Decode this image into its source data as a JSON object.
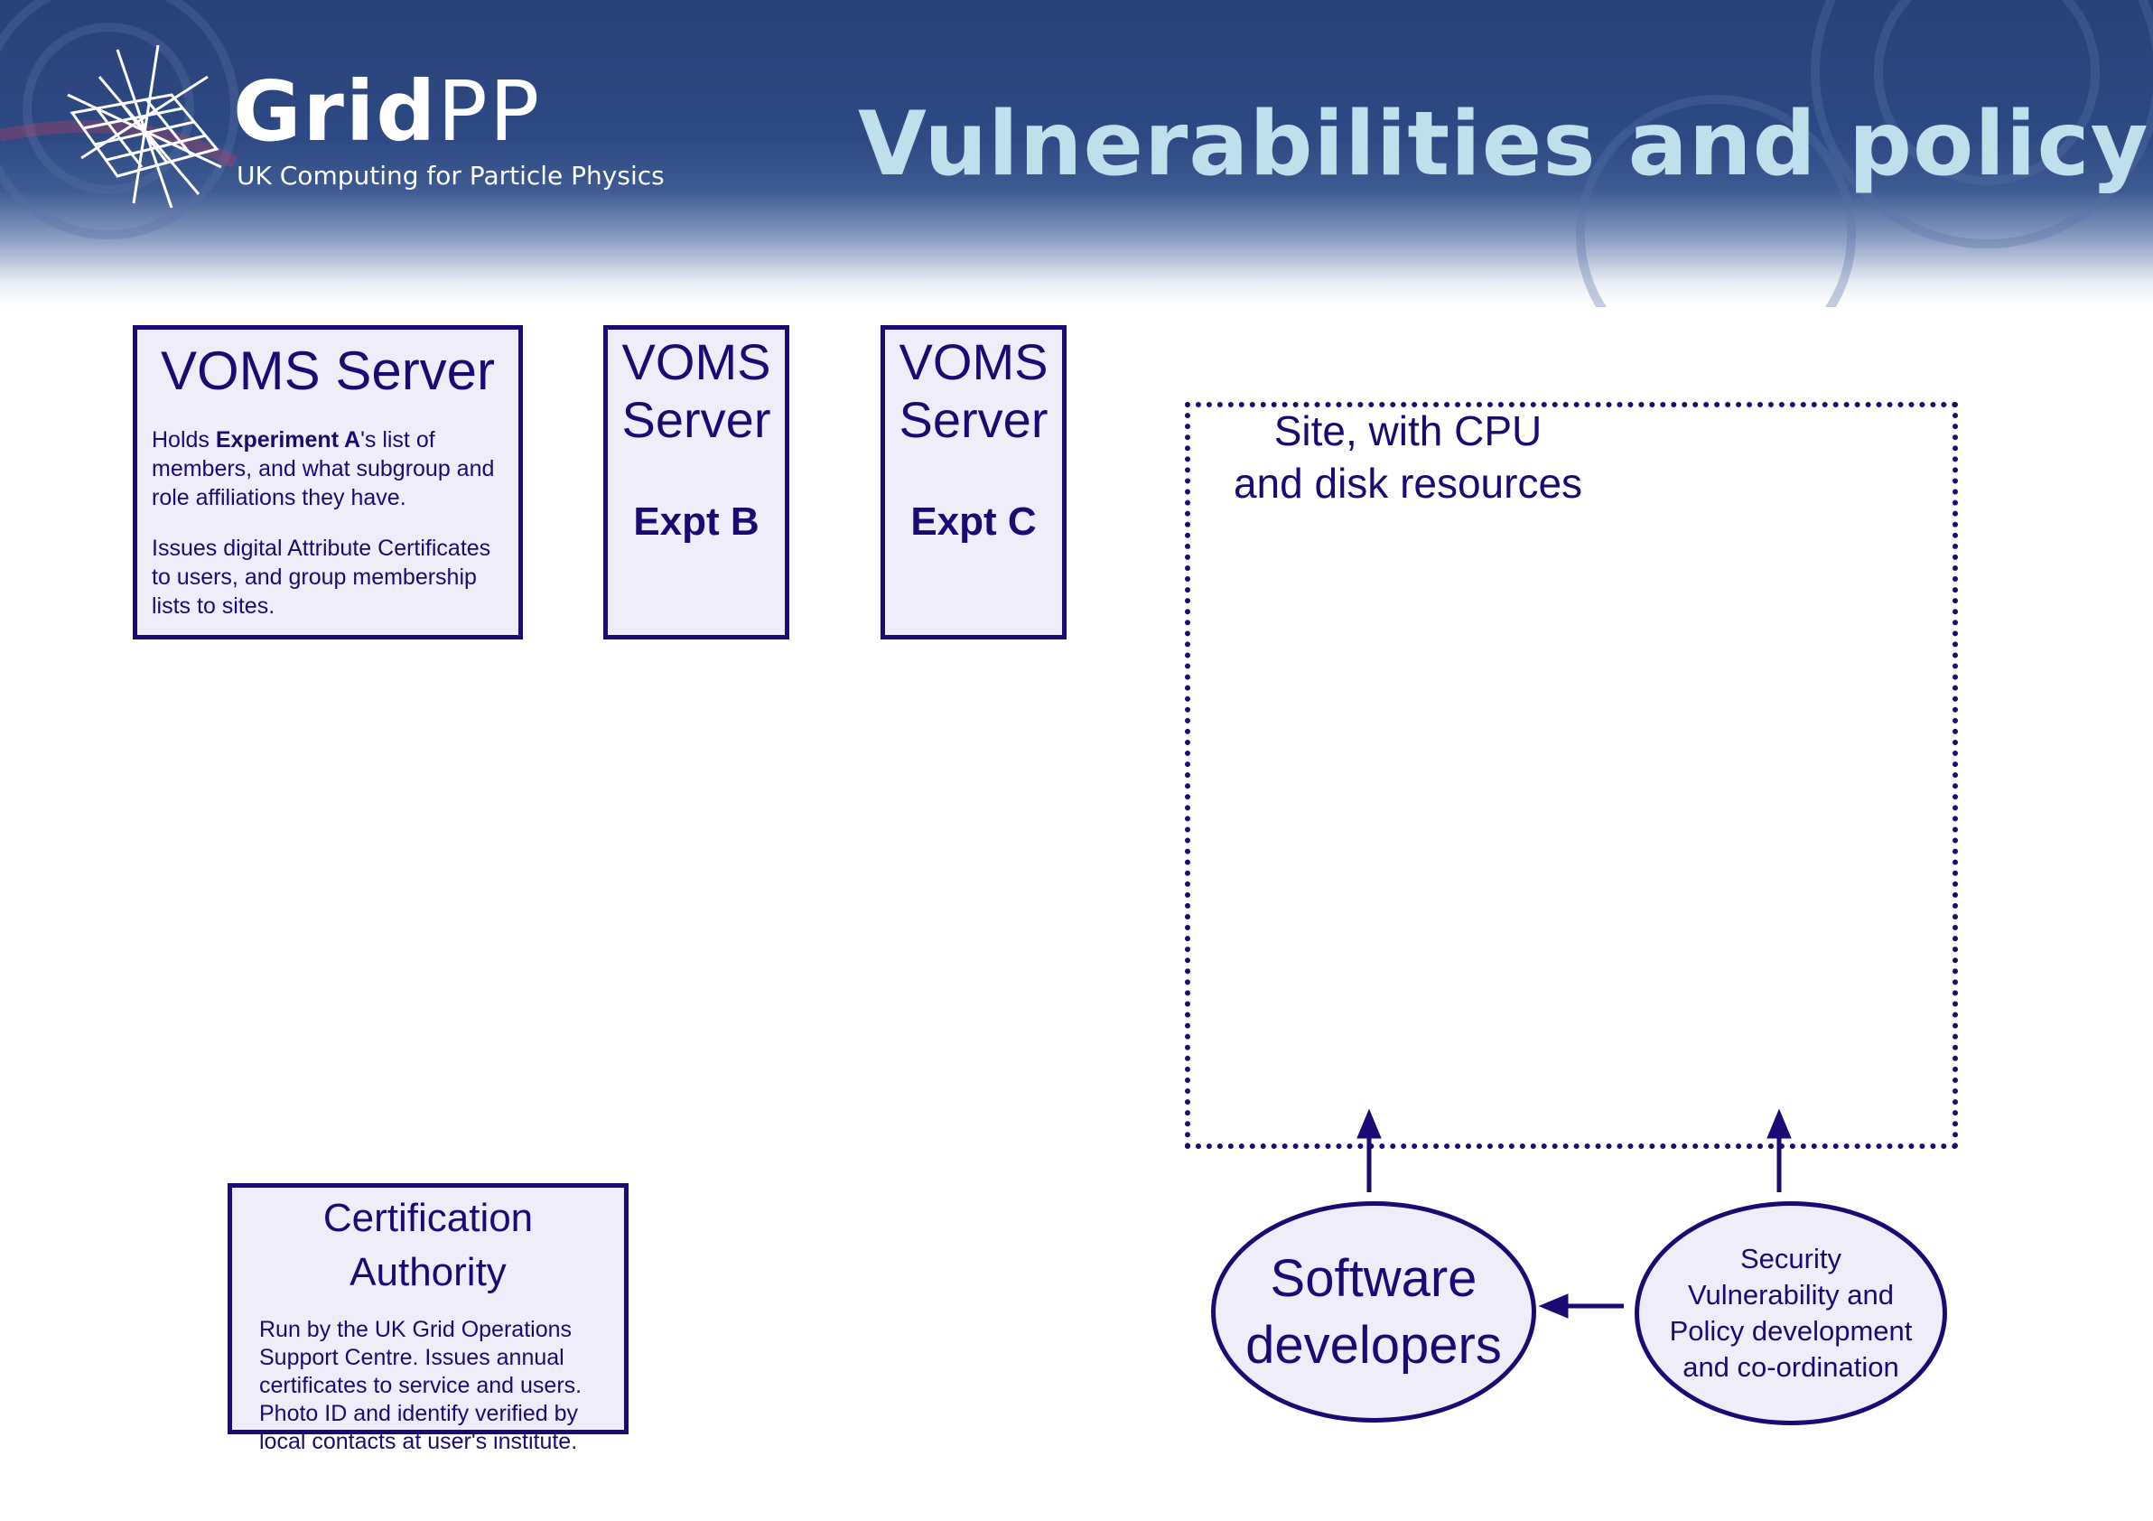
{
  "header": {
    "logo_bold": "Grid",
    "logo_light": "PP",
    "logo_tagline": "UK Computing for Particle Physics",
    "title": "Vulnerabilities and policy"
  },
  "voms_a": {
    "title": "VOMS Server",
    "desc_prefix": "Holds ",
    "desc_bold": "Experiment A",
    "desc_suffix": "'s list of members, and what subgroup and role affiliations they have.",
    "desc2": "Issues digital Attribute Certificates to users, and group membership lists to sites."
  },
  "voms_b": {
    "title": "VOMS Server",
    "expt": "Expt B"
  },
  "voms_c": {
    "title": "VOMS Server",
    "expt": "Expt C"
  },
  "site": {
    "label": "Site, with CPU\nand disk resources"
  },
  "ca": {
    "title": "Certification Authority",
    "desc": "Run by the UK Grid Operations Support Centre. Issues annual certificates to service and users. Photo ID and identify verified by local contacts at user's institute."
  },
  "software_developers": {
    "label": "Software\ndevelopers"
  },
  "security": {
    "label": "Security\nVulnerability and\nPolicy development\nand co-ordination"
  },
  "colors": {
    "ink": "#1a0a73",
    "box_fill": "#eeeefa",
    "title": "#bfe0ea",
    "header_bg": "#2d4a84"
  }
}
